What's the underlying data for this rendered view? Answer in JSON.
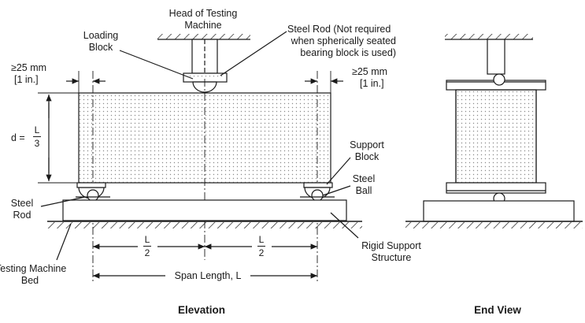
{
  "watermark_top": "",
  "elevation": {
    "head_title": "Head of Testing",
    "head_title_2": "Machine",
    "loading_block": "Loading",
    "loading_block_2": "Block",
    "steel_rod_top": "Steel Rod (Not required",
    "steel_rod_top_2": "when spherically seated",
    "steel_rod_top_3": "bearing block is used)",
    "offset_left": "≥25 mm",
    "offset_left_2": "[1 in.]",
    "offset_right": "≥25 mm",
    "offset_right_2": "[1 in.]",
    "depth_prefix": "d =",
    "depth_num": "L",
    "depth_den": "3",
    "support_block": "Support",
    "support_block_2": "Block",
    "steel_ball": "Steel",
    "steel_ball_2": "Ball",
    "steel_rod_bottom": "Steel",
    "steel_rod_bottom_2": "Rod",
    "bed": "Testing Machine",
    "bed_2": "Bed",
    "rigid": "Rigid Support",
    "rigid_2": "Structure",
    "half_left_num": "L",
    "half_left_den": "2",
    "half_right_num": "L",
    "half_right_den": "2",
    "span": "Span Length, L",
    "caption": "Elevation"
  },
  "end_view": {
    "caption": "End View"
  },
  "colors": {
    "line": "#1a1a1a",
    "fill": "#ffffff",
    "dots": "#8a8a8a"
  }
}
